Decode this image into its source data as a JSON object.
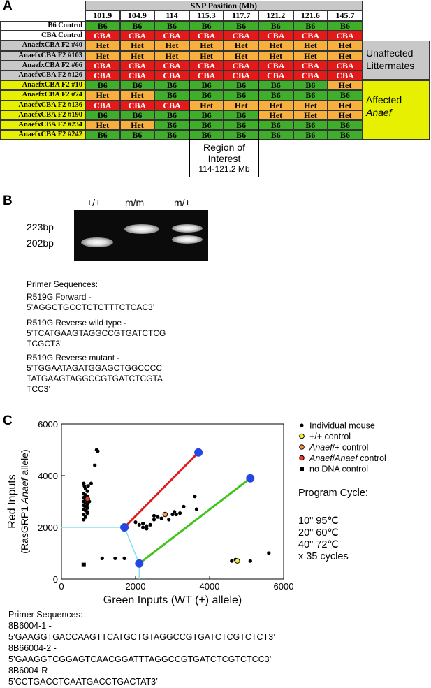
{
  "panel_a": {
    "label": "A",
    "header_title": "SNP Position (Mb)",
    "positions": [
      "101.9",
      "104.9",
      "114",
      "115.3",
      "117.7",
      "121.2",
      "121.6",
      "145.7"
    ],
    "rows": [
      {
        "name": "B6 Control",
        "label_bg": "#ffffff",
        "genotypes": [
          "B6",
          "B6",
          "B6",
          "B6",
          "B6",
          "B6",
          "B6",
          "B6"
        ]
      },
      {
        "name": "CBA Control",
        "label_bg": "#ffffff",
        "genotypes": [
          "CBA",
          "CBA",
          "CBA",
          "CBA",
          "CBA",
          "CBA",
          "CBA",
          "CBA"
        ]
      },
      {
        "name": "AnaefxCBA F2 #40",
        "label_bg": "#c8c8c8",
        "genotypes": [
          "Het",
          "Het",
          "Het",
          "Het",
          "Het",
          "Het",
          "Het",
          "Het"
        ]
      },
      {
        "name": "AnaefxCBA F2 #103",
        "label_bg": "#c8c8c8",
        "genotypes": [
          "Het",
          "Het",
          "Het",
          "Het",
          "Het",
          "Het",
          "Het",
          "Het"
        ]
      },
      {
        "name": "AnaefxCBA F2 #66",
        "label_bg": "#c8c8c8",
        "genotypes": [
          "CBA",
          "CBA",
          "CBA",
          "CBA",
          "CBA",
          "CBA",
          "CBA",
          "CBA"
        ]
      },
      {
        "name": "AnaefxCBA F2 #126",
        "label_bg": "#c8c8c8",
        "genotypes": [
          "CBA",
          "CBA",
          "CBA",
          "CBA",
          "CBA",
          "CBA",
          "CBA",
          "CBA"
        ]
      },
      {
        "name": "AnaefxCBA F2 #10",
        "label_bg": "#e6f000",
        "genotypes": [
          "B6",
          "B6",
          "B6",
          "B6",
          "B6",
          "B6",
          "B6",
          "Het"
        ]
      },
      {
        "name": "AnaefxCBA F2 #74",
        "label_bg": "#e6f000",
        "genotypes": [
          "Het",
          "Het",
          "B6",
          "B6",
          "B6",
          "B6",
          "B6",
          "B6"
        ]
      },
      {
        "name": "AnaefxCBA F2 #136",
        "label_bg": "#e6f000",
        "genotypes": [
          "CBA",
          "CBA",
          "CBA",
          "Het",
          "Het",
          "Het",
          "Het",
          "Het"
        ]
      },
      {
        "name": "AnaefxCBA F2 #190",
        "label_bg": "#e6f000",
        "genotypes": [
          "B6",
          "B6",
          "B6",
          "B6",
          "B6",
          "Het",
          "Het",
          "Het"
        ]
      },
      {
        "name": "AnaefxCBA F2 #234",
        "label_bg": "#e6f000",
        "genotypes": [
          "Het",
          "Het",
          "B6",
          "B6",
          "B6",
          "B6",
          "B6",
          "B6"
        ]
      },
      {
        "name": "AnaefxCBA F2 #242",
        "label_bg": "#e6f000",
        "genotypes": [
          "B6",
          "B6",
          "B6",
          "B6",
          "B6",
          "B6",
          "B6",
          "B6"
        ]
      }
    ],
    "genotype_colors": {
      "B6": "#3fae2a",
      "CBA": "#e31a1a",
      "Het": "#f7b03d"
    },
    "unaffected_label": "Unaffected\nLittermates",
    "affected_label_line1": "Affected",
    "affected_label_line2": "Anaef",
    "roi_title_line1": "Region of",
    "roi_title_line2": "Interest",
    "roi_range": "114-121.2 Mb"
  },
  "panel_b": {
    "label": "B",
    "lanes": [
      "+/+",
      "m/m",
      "m/+"
    ],
    "sizes": [
      "223bp",
      "202bp"
    ],
    "primer_heading": "Primer Sequences:",
    "primers": [
      "R519G Forward -\n5’AGGCTGCCTCTCTTTCTCAC3’",
      "R519G Reverse wild type -\n5’TCATGAAGTAGGCCGTGATCTCG\nTCGCT3’",
      "R519G Reverse mutant -\n5’TGGAATAGATGGAGCTGGCCCC\nTATGAAGTAGGCCGTGATCTCGTA\nTCC3’"
    ]
  },
  "panel_c": {
    "label": "C",
    "ylabel_line1": "Red Inputs",
    "ylabel_line2_pre": "(RasGRP1 ",
    "ylabel_line2_italic": "Anaef",
    "ylabel_line2_post": " allele)",
    "xlabel": "Green Inputs (WT (+) allele)",
    "legend": [
      {
        "label": "Individual mouse",
        "marker": "black-dot"
      },
      {
        "label": "+/+ control",
        "marker": "yellow-dot"
      },
      {
        "label_italic": "Anaef",
        "label_rest": "/+ control",
        "marker": "orange-dot"
      },
      {
        "label_italic": "Anaef",
        "label_mid": "/",
        "label_italic2": "Anaef",
        "label_rest": " control",
        "marker": "red-dot"
      },
      {
        "label": "no DNA control",
        "marker": "black-square"
      }
    ],
    "program_title": "Program Cycle:",
    "program_steps": [
      "10\" 95℃",
      "20\" 60℃",
      "40\" 72℃",
      "x 35 cycles"
    ],
    "primer_heading": "Primer Sequences:",
    "primers": [
      "8B6004-1 -\n5’GAAGGTGACCAAGTTCATGCTGTAGGCCGTGATCTCGTCTCT3’",
      "8B66004-2 -\n5’GAAGGTCGGAGTCAACGGATTTAGGCCGTGATCTCGTCTCC3’",
      "8B6004-R -\n5’CCTGACCTCAATGACCTGACTAT3’"
    ]
  },
  "chart_data": {
    "type": "scatter",
    "xlabel": "Green Inputs (WT (+) allele)",
    "ylabel": "Red Inputs (RasGRP1 Anaef allele)",
    "xlim": [
      0,
      6000
    ],
    "ylim": [
      0,
      6000
    ],
    "xticks": [
      0,
      2000,
      4000,
      6000
    ],
    "yticks": [
      0,
      2000,
      4000,
      6000
    ],
    "series": [
      {
        "name": "Individual mouse",
        "color": "#000000",
        "points": [
          [
            600,
            3700
          ],
          [
            620,
            3600
          ],
          [
            650,
            3500
          ],
          [
            700,
            3400
          ],
          [
            600,
            3300
          ],
          [
            650,
            3250
          ],
          [
            700,
            3200
          ],
          [
            600,
            3150
          ],
          [
            650,
            3100
          ],
          [
            700,
            3050
          ],
          [
            600,
            3000
          ],
          [
            650,
            2950
          ],
          [
            700,
            2900
          ],
          [
            600,
            2850
          ],
          [
            650,
            2800
          ],
          [
            700,
            2750
          ],
          [
            600,
            2700
          ],
          [
            650,
            2650
          ],
          [
            700,
            2600
          ],
          [
            600,
            2500
          ],
          [
            650,
            2400
          ],
          [
            600,
            2300
          ],
          [
            700,
            2550
          ],
          [
            750,
            3000
          ],
          [
            720,
            3600
          ],
          [
            800,
            3700
          ],
          [
            900,
            4400
          ],
          [
            950,
            5000
          ],
          [
            980,
            4950
          ],
          [
            1100,
            800
          ],
          [
            1450,
            800
          ],
          [
            1700,
            800
          ],
          [
            2000,
            2200
          ],
          [
            2100,
            2100
          ],
          [
            2200,
            2000
          ],
          [
            2300,
            2050
          ],
          [
            2400,
            2100
          ],
          [
            2500,
            2300
          ],
          [
            2600,
            2400
          ],
          [
            2700,
            2350
          ],
          [
            2200,
            2150
          ],
          [
            2300,
            1950
          ],
          [
            2900,
            2300
          ],
          [
            3000,
            2500
          ],
          [
            3050,
            2600
          ],
          [
            3100,
            2500
          ],
          [
            3200,
            2550
          ],
          [
            3300,
            2800
          ],
          [
            3600,
            3200
          ],
          [
            3650,
            2700
          ],
          [
            4600,
            700
          ],
          [
            4700,
            750
          ],
          [
            5100,
            700
          ],
          [
            5600,
            1000
          ],
          [
            2800,
            2500
          ],
          [
            2500,
            2450
          ]
        ]
      },
      {
        "name": "+/+ control",
        "color": "#f2ee3b",
        "points": [
          [
            4750,
            700
          ]
        ]
      },
      {
        "name": "Anaef/+ control",
        "color": "#f49a4a",
        "points": [
          [
            2800,
            2500
          ]
        ]
      },
      {
        "name": "Anaef/Anaef control",
        "color": "#e63a2a",
        "points": [
          [
            700,
            3100
          ]
        ]
      },
      {
        "name": "no DNA control",
        "color": "#000000",
        "points": [
          [
            600,
            550
          ]
        ]
      }
    ],
    "cluster_centers": [
      [
        1700,
        2000
      ],
      [
        3700,
        4900
      ],
      [
        2100,
        600
      ],
      [
        5100,
        3900
      ]
    ],
    "lines": [
      {
        "color": "#e31a1a",
        "from": [
          1700,
          2000
        ],
        "to": [
          3700,
          4900
        ]
      },
      {
        "color": "#3ec41a",
        "from": [
          2100,
          600
        ],
        "to": [
          5100,
          3900
        ]
      },
      {
        "color": "#7fe3f0",
        "from": [
          0,
          2000
        ],
        "to": [
          1700,
          2000
        ]
      },
      {
        "color": "#7fe3f0",
        "from": [
          1700,
          2000
        ],
        "to": [
          2100,
          600
        ]
      },
      {
        "color": "#7fe3f0",
        "from": [
          2100,
          600
        ],
        "to": [
          2100,
          0
        ]
      }
    ]
  }
}
